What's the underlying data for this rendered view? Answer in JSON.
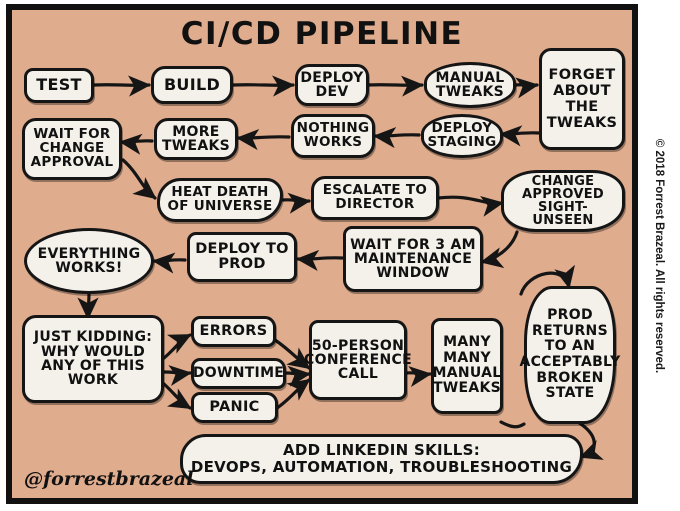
{
  "comic": {
    "title": "CI/CD PIPELINE",
    "signature": "@forrestbrazeal",
    "copyright": "© 2018 Forrest Brazeal. All rights reserved.",
    "background_color": "#dfac8e",
    "node_fill_color": "#f4f0ea",
    "ink_color": "#151515"
  },
  "nodes": [
    {
      "id": "test",
      "label": "TEST"
    },
    {
      "id": "build",
      "label": "BUILD"
    },
    {
      "id": "deploy-dev",
      "label": "DEPLOY\nDEV"
    },
    {
      "id": "manual-tweaks",
      "label": "MANUAL\nTWEAKS"
    },
    {
      "id": "forget-tweaks",
      "label": "FORGET\nABOUT\nTHE\nTWEAKS"
    },
    {
      "id": "wait-change-approval",
      "label": "WAIT FOR\nCHANGE\nAPPROVAL"
    },
    {
      "id": "more-tweaks",
      "label": "MORE\nTWEAKS"
    },
    {
      "id": "nothing-works",
      "label": "NOTHING\nWORKS"
    },
    {
      "id": "deploy-staging",
      "label": "DEPLOY\nSTAGING"
    },
    {
      "id": "heat-death",
      "label": "HEAT DEATH\nOF UNIVERSE"
    },
    {
      "id": "escalate-director",
      "label": "ESCALATE TO\nDIRECTOR"
    },
    {
      "id": "change-approved",
      "label": "CHANGE\nAPPROVED\nSIGHT- UNSEEN"
    },
    {
      "id": "everything-works",
      "label": "EVERYTHING\nWORKS!"
    },
    {
      "id": "deploy-prod",
      "label": "DEPLOY TO\nPROD"
    },
    {
      "id": "wait-3am",
      "label": "WAIT FOR 3 AM\nMAINTENANCE\nWINDOW"
    },
    {
      "id": "just-kidding",
      "label": "JUST KIDDING:\nWHY WOULD\nANY OF THIS\nWORK"
    },
    {
      "id": "errors",
      "label": "ERRORS"
    },
    {
      "id": "downtime",
      "label": "DOWNTIME"
    },
    {
      "id": "panic",
      "label": "PANIC"
    },
    {
      "id": "conference-call",
      "label": "50-PERSON\nCONFERENCE\nCALL"
    },
    {
      "id": "many-manual-tweaks",
      "label": "MANY\nMANY\nMANUAL\nTWEAKS"
    },
    {
      "id": "prod-returns",
      "label": "PROD\nRETURNS\nTO AN\nACCEPTABLY\nBROKEN\nSTATE"
    },
    {
      "id": "linkedin-skills",
      "label": "ADD LINKEDIN SKILLS:\nDEVOPS, AUTOMATION, TROUBLESHOOTING"
    }
  ],
  "flow_edges": [
    "test -> build",
    "build -> deploy-dev",
    "deploy-dev -> manual-tweaks",
    "manual-tweaks -> forget-tweaks",
    "forget-tweaks -> deploy-staging",
    "deploy-staging -> nothing-works",
    "nothing-works -> more-tweaks",
    "more-tweaks -> wait-change-approval",
    "wait-change-approval -> heat-death",
    "heat-death -> escalate-director",
    "escalate-director -> change-approved",
    "change-approved -> wait-3am",
    "wait-3am -> deploy-prod",
    "deploy-prod -> everything-works",
    "everything-works -> just-kidding",
    "just-kidding -> errors",
    "just-kidding -> downtime",
    "just-kidding -> panic",
    "errors -> conference-call",
    "downtime -> conference-call",
    "panic -> conference-call",
    "conference-call -> many-manual-tweaks",
    "many-manual-tweaks -> prod-returns",
    "prod-returns -> linkedin-skills"
  ]
}
